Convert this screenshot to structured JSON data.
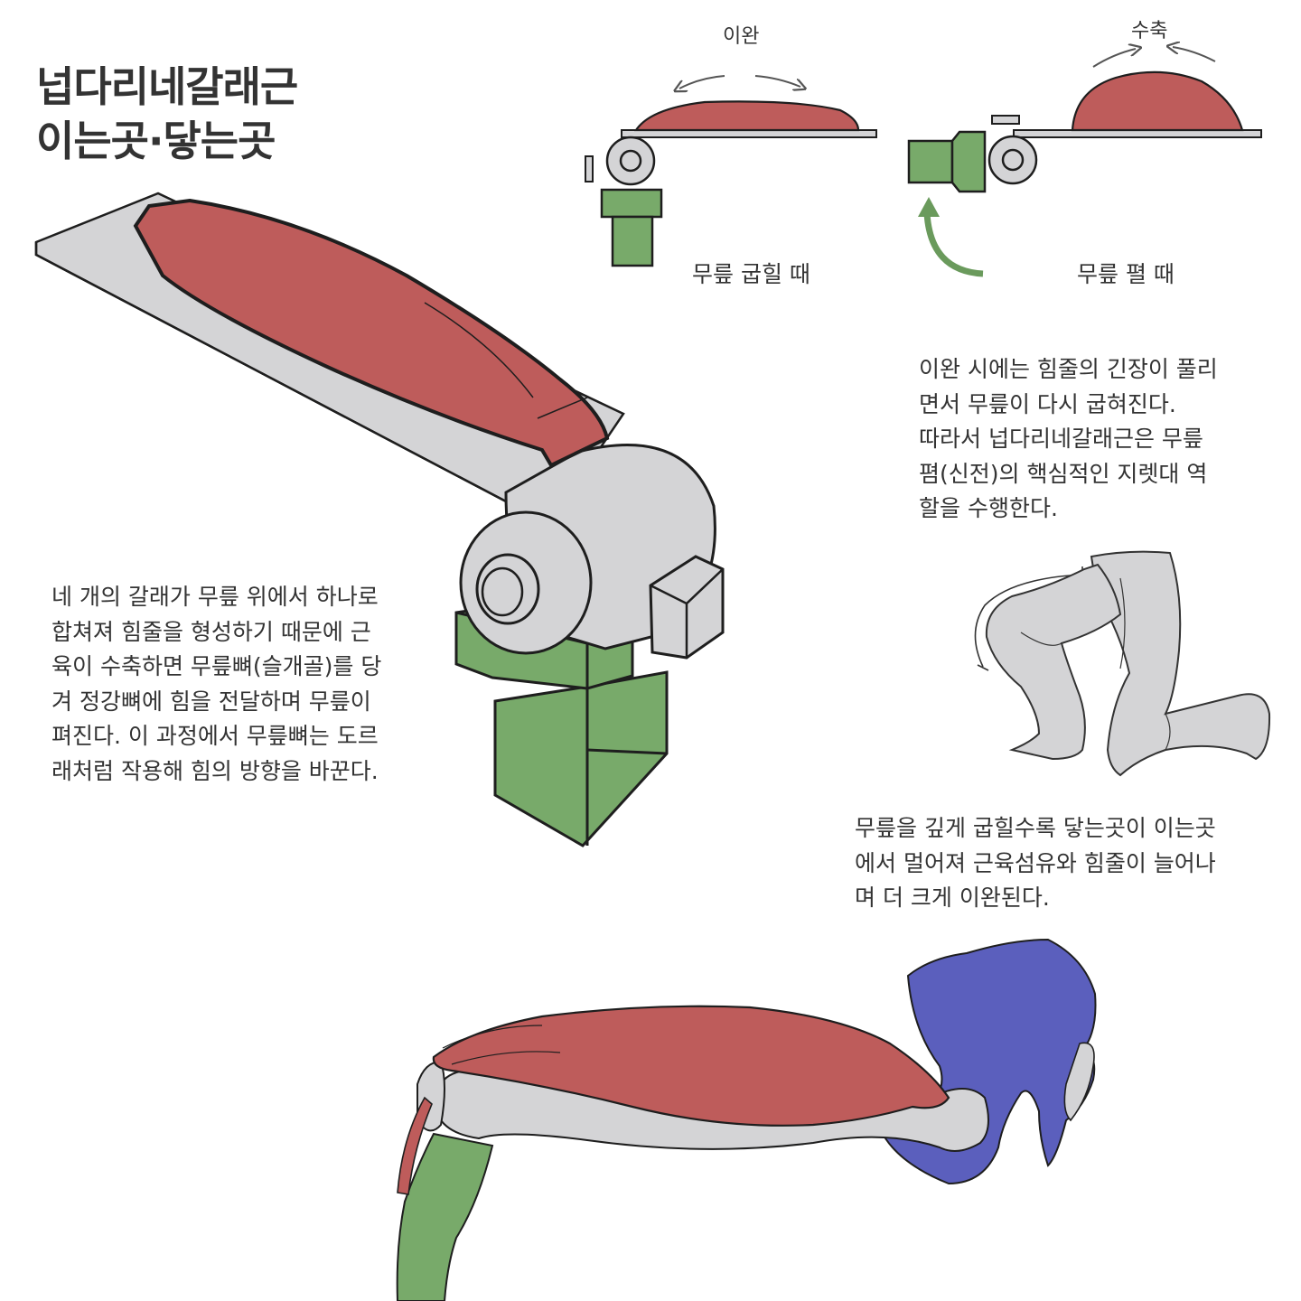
{
  "title": {
    "line1": "넙다리네갈래근",
    "line2": "이는곳·닿는곳"
  },
  "diagrams": {
    "relax_label": "이완",
    "contract_label": "수축",
    "knee_bend_label": "무릎 굽힐 때",
    "knee_extend_label": "무릎 펼 때"
  },
  "paragraphs": {
    "right_top": [
      "이완 시에는 힘줄의 긴장이 풀리",
      "면서 무릎이 다시 굽혀진다.",
      "따라서 넙다리네갈래근은 무릎",
      "폄(신전)의 핵심적인 지렛대 역",
      "할을 수행한다."
    ],
    "left_middle": [
      "네 개의 갈래가 무릎 위에서 하나로",
      "합쳐져 힘줄을 형성하기 때문에 근",
      "육이 수축하면 무릎뼈(슬개골)를 당",
      "겨 정강뼈에 힘을 전달하며 무릎이",
      "펴진다. 이 과정에서 무릎뼈는 도르",
      "래처럼 작용해 힘의 방향을 바꾼다."
    ],
    "right_bottom": [
      "무릎을 깊게 굽힐수록 닿는곳이 이는곳",
      "에서 멀어져 근육섬유와 힘줄이 늘어나",
      "며 더 크게 이완된다."
    ]
  },
  "colors": {
    "muscle": "#be5c5b",
    "bone": "#d4d4d6",
    "tibia": "#78aa6a",
    "pelvis": "#5b5fbd",
    "outline": "#1e1e1e",
    "text": "#333333"
  }
}
